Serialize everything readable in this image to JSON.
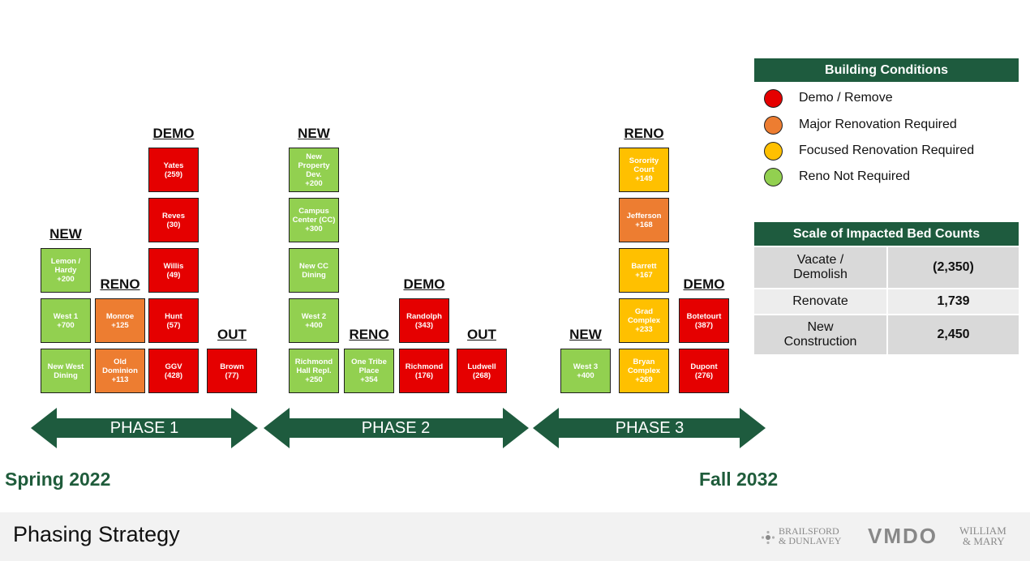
{
  "phases": [
    {
      "label": "PHASE 1"
    },
    {
      "label": "PHASE 2"
    },
    {
      "label": "PHASE 3"
    }
  ],
  "dates": {
    "start": "Spring 2022",
    "end": "Fall 2032"
  },
  "colors": {
    "demo": "#e50000",
    "major": "#ed7d31",
    "focused": "#ffc000",
    "none": "#92d050",
    "brand_green": "#1e5b3e"
  },
  "groups": [
    {
      "header": "NEW",
      "blocks": [
        {
          "name": "Lemon /\nHardy",
          "value": "+200",
          "status": "none"
        },
        {
          "name": "West 1",
          "value": "+700",
          "status": "none"
        },
        {
          "name": "New West\nDining",
          "value": "",
          "status": "none"
        }
      ]
    },
    {
      "header": "RENO",
      "blocks": [
        {
          "name": "Monroe",
          "value": "+125",
          "status": "major"
        },
        {
          "name": "Old\nDominion",
          "value": "+113",
          "status": "major"
        }
      ]
    },
    {
      "header": "DEMO",
      "blocks": [
        {
          "name": "Yates",
          "value": "(259)",
          "status": "demo"
        },
        {
          "name": "Reves",
          "value": "(30)",
          "status": "demo"
        },
        {
          "name": "Willis",
          "value": "(49)",
          "status": "demo"
        },
        {
          "name": "Hunt",
          "value": "(57)",
          "status": "demo"
        },
        {
          "name": "GGV",
          "value": "(428)",
          "status": "demo"
        }
      ]
    },
    {
      "header": "OUT",
      "blocks": [
        {
          "name": "Brown",
          "value": "(77)",
          "status": "demo"
        }
      ]
    },
    {
      "header": "NEW",
      "blocks": [
        {
          "name": "New\nProperty\nDev.",
          "value": "+200",
          "status": "none"
        },
        {
          "name": "Campus\nCenter (CC)",
          "value": "+300",
          "status": "none"
        },
        {
          "name": "New CC\nDining",
          "value": "",
          "status": "none"
        },
        {
          "name": "West 2",
          "value": "+400",
          "status": "none"
        },
        {
          "name": "Richmond\nHall Repl.",
          "value": "+250",
          "status": "none"
        }
      ]
    },
    {
      "header": "RENO",
      "blocks": [
        {
          "name": "One Tribe\nPlace",
          "value": "+354",
          "status": "none"
        }
      ]
    },
    {
      "header": "DEMO",
      "blocks": [
        {
          "name": "Randolph",
          "value": "(343)",
          "status": "demo"
        },
        {
          "name": "Richmond",
          "value": "(176)",
          "status": "demo"
        }
      ]
    },
    {
      "header": "OUT",
      "blocks": [
        {
          "name": "Ludwell",
          "value": "(268)",
          "status": "demo"
        }
      ]
    },
    {
      "header": "NEW",
      "blocks": [
        {
          "name": "West 3",
          "value": "+400",
          "status": "none"
        }
      ]
    },
    {
      "header": "RENO",
      "blocks": [
        {
          "name": "Sorority\nCourt",
          "value": "+149",
          "status": "focused"
        },
        {
          "name": "Jefferson",
          "value": "+168",
          "status": "major"
        },
        {
          "name": "Barrett",
          "value": "+167",
          "status": "focused"
        },
        {
          "name": "Grad\nComplex",
          "value": "+233",
          "status": "focused"
        },
        {
          "name": "Bryan\nComplex",
          "value": "+269",
          "status": "focused"
        }
      ]
    },
    {
      "header": "DEMO",
      "blocks": [
        {
          "name": "Botetourt",
          "value": "(387)",
          "status": "demo"
        },
        {
          "name": "Dupont",
          "value": "(276)",
          "status": "demo"
        }
      ]
    }
  ],
  "legend": {
    "title": "Building Conditions",
    "items": [
      {
        "label": "Demo / Remove",
        "color": "#e50000"
      },
      {
        "label": "Major Renovation Required",
        "color": "#ed7d31"
      },
      {
        "label": "Focused Renovation Required",
        "color": "#ffc000"
      },
      {
        "label": "Reno Not Required",
        "color": "#92d050"
      }
    ]
  },
  "scale": {
    "title": "Scale of Impacted Bed Counts",
    "rows": [
      {
        "label": "Vacate /\nDemolish",
        "value": "(2,350)"
      },
      {
        "label": "Renovate",
        "value": "1,739"
      },
      {
        "label": "New\nConstruction",
        "value": "2,450"
      }
    ]
  },
  "footer": {
    "title": "Phasing Strategy",
    "logo1_line1": "BRAILSFORD",
    "logo1_line2": "& DUNLAVEY",
    "logo2": "VMDO",
    "logo3_line1": "WILLIAM",
    "logo3_line2": "& MARY"
  }
}
